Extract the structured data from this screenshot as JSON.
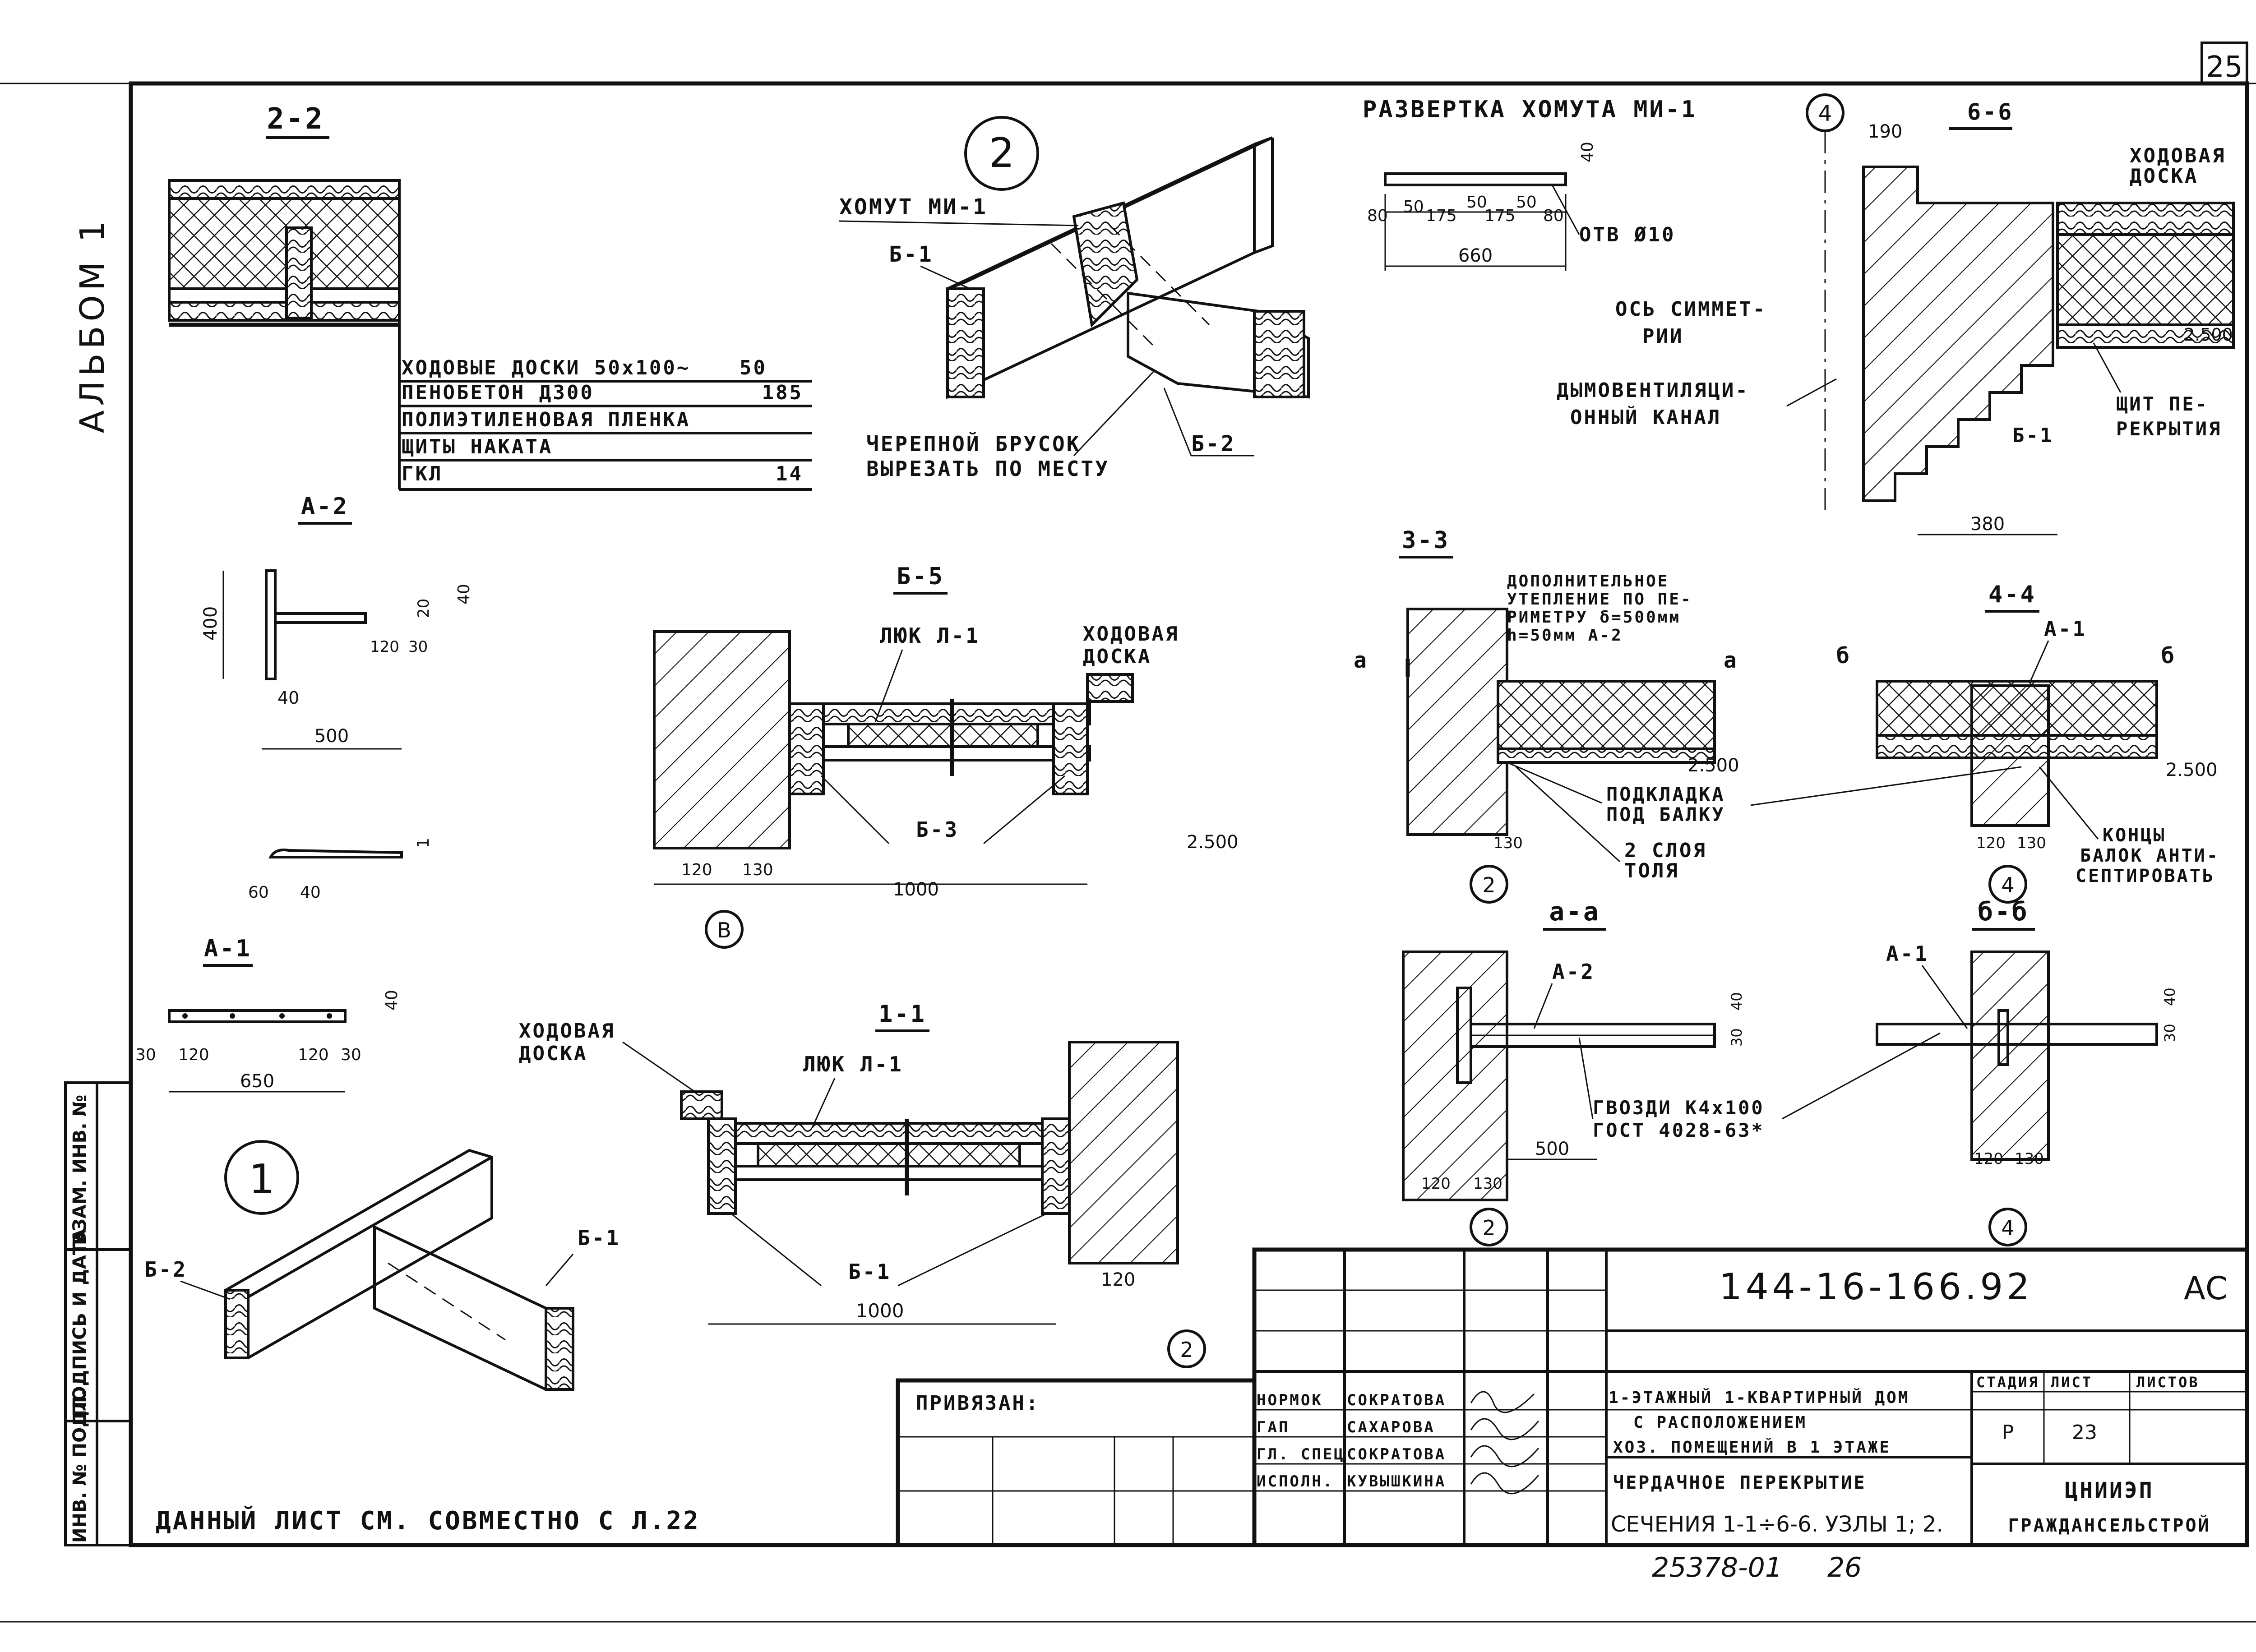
{
  "sheet": {
    "page_number": "25",
    "album_label": "АЛЬБОМ 1",
    "note": "ДАННЫЙ ЛИСТ СМ. СОВМЕСТНО С Л.22",
    "bottom_code": "25378-01",
    "bottom_page": "26"
  },
  "side_stamp": [
    "ИНВ. № ПОДЛ.",
    "ПОДПИСЬ И ДАТА",
    "ВЗАМ. ИНВ. №"
  ],
  "views": {
    "s22": {
      "title": "2-2",
      "layers": [
        {
          "name": "ХОДОВЫЕ ДОСКИ 50х100~",
          "value": "50"
        },
        {
          "name": "ПЕНОБЕТОН Д300",
          "value": "185"
        },
        {
          "name": "ПОЛИЭТИЛЕНОВАЯ ПЛЕНКА",
          "value": ""
        },
        {
          "name": "ЩИТЫ НАКАТА",
          "value": ""
        },
        {
          "name": "ГКЛ",
          "value": "14"
        }
      ]
    },
    "node2": {
      "num": "2",
      "clamp": "ХОМУТ МИ-1",
      "b1": "Б-1",
      "b2": "Б-2",
      "bar1": "ЧЕРЕПНОЙ БРУСОК",
      "bar2": "ВЫРЕЗАТЬ ПО МЕСТУ"
    },
    "razv": {
      "title": "РАЗВЕРТКА ХОМУТА МИ-1",
      "dims": [
        "80",
        "50",
        "175",
        "50",
        "175",
        "50",
        "80"
      ],
      "total": "660",
      "height": "40",
      "hole": "ОТВ Ø10"
    },
    "s66": {
      "title": "6-6",
      "axis": "4",
      "d190": "190",
      "d380": "380",
      "walk1": "ХОДОВАЯ",
      "walk2": "ДОСКА",
      "sym1": "ОСЬ СИММЕТ-",
      "sym2": "РИИ",
      "vent1": "ДЫМОВЕНТИЛЯЦИ-",
      "vent2": "ОННЫЙ КАНАЛ",
      "b1": "Б-1",
      "lvl": "2.500",
      "shield1": "ЩИТ ПЕ-",
      "shield2": "РЕКРЫТИЯ"
    },
    "a2": {
      "title": "А-2",
      "d400": "400",
      "d40": "40",
      "d20": "20",
      "d40b": "40",
      "d120": "120",
      "d30": "30",
      "d500": "500",
      "d60": "60",
      "d40c": "40",
      "d1": "1"
    },
    "a1": {
      "title": "А-1",
      "d30": "30",
      "d120": "120",
      "d120b": "120",
      "d30b": "30",
      "d650": "650",
      "d40": "40"
    },
    "s55": {
      "title": "Б-5",
      "hatch": "ЛЮК Л-1",
      "walk1": "ХОДОВАЯ",
      "walk2": "ДОСКА",
      "b3": "Б-3",
      "lvl": "2.500",
      "d120": "120",
      "d130": "130",
      "d1000": "1000",
      "axis": "В"
    },
    "s33": {
      "title": "3-3",
      "add1": "ДОПОЛНИТЕЛЬНОЕ",
      "add2": "УТЕПЛЕНИЕ ПО ПЕ-",
      "add3": "РИМЕТРУ δ=500мм",
      "add4": "h=50мм А-2",
      "cut_a": "а",
      "lvl": "2.500",
      "pad1": "ПОДКЛАДКА",
      "pad2": "ПОД БАЛКУ",
      "ruf1": "2 СЛОЯ",
      "ruf2": "ТОЛЯ",
      "d130": "130",
      "axis": "2"
    },
    "s44": {
      "title": "4-4",
      "a1": "А-1",
      "cut_b": "б",
      "lvl": "2.500",
      "ends1": "КОНЦЫ",
      "ends2": "БАЛОК АНТИ-",
      "ends3": "СЕПТИРОВАТЬ",
      "d120": "120",
      "d130": "130",
      "axis": "4"
    },
    "saa": {
      "title": "а-а",
      "a2": "А-2",
      "d40": "40",
      "d30": "30",
      "nail1": "ГВОЗДИ К4х100",
      "nail2": "ГОСТ 4028-63*",
      "d500": "500",
      "d120": "120",
      "d130": "130",
      "axis": "2"
    },
    "sbb": {
      "title": "б-б",
      "a1": "А-1",
      "d40": "40",
      "d30": "30",
      "d120": "120",
      "d130": "130",
      "axis": "4"
    },
    "s11": {
      "title": "1-1",
      "walk1": "ХОДОВАЯ",
      "walk2": "ДОСКА",
      "hatch": "ЛЮК Л-1",
      "b1": "Б-1",
      "d1000": "1000",
      "d120": "120",
      "axis": "2"
    },
    "node1": {
      "num": "1",
      "b2": "Б-2",
      "b1": "Б-1"
    }
  },
  "title_block": {
    "doc_code": "144-16-166.92",
    "mark": "АС",
    "bound": "ПРИВЯЗАН:",
    "staff": [
      {
        "role": "НОРМОК",
        "name": "СОКРАТОВА"
      },
      {
        "role": "ГАП",
        "name": "САХАРОВА"
      },
      {
        "role": "ГЛ. СПЕЦ",
        "name": "СОКРАТОВА"
      },
      {
        "role": "ИСПОЛН.",
        "name": "КУВЫШКИНА"
      }
    ],
    "project1": "1-ЭТАЖНЫЙ 1-КВАРТИРНЫЙ ДОМ",
    "project2": "С РАСПОЛОЖЕНИЕМ",
    "project3": "ХОЗ. ПОМЕЩЕНИЙ В 1 ЭТАЖЕ",
    "sheet_name1": "ЧЕРДАЧНОЕ ПЕРЕКРЫТИЕ",
    "sheet_name2": "СЕЧЕНИЯ 1-1÷6-6. УЗЛЫ 1; 2.",
    "stage_label": "СТАДИЯ",
    "sheet_label": "ЛИСТ",
    "sheets_label": "ЛИСТОВ",
    "stage": "Р",
    "sheet": "23",
    "org1": "ЦНИИЭП",
    "org2": "ГРАЖДАНСЕЛЬСТРОЙ"
  }
}
